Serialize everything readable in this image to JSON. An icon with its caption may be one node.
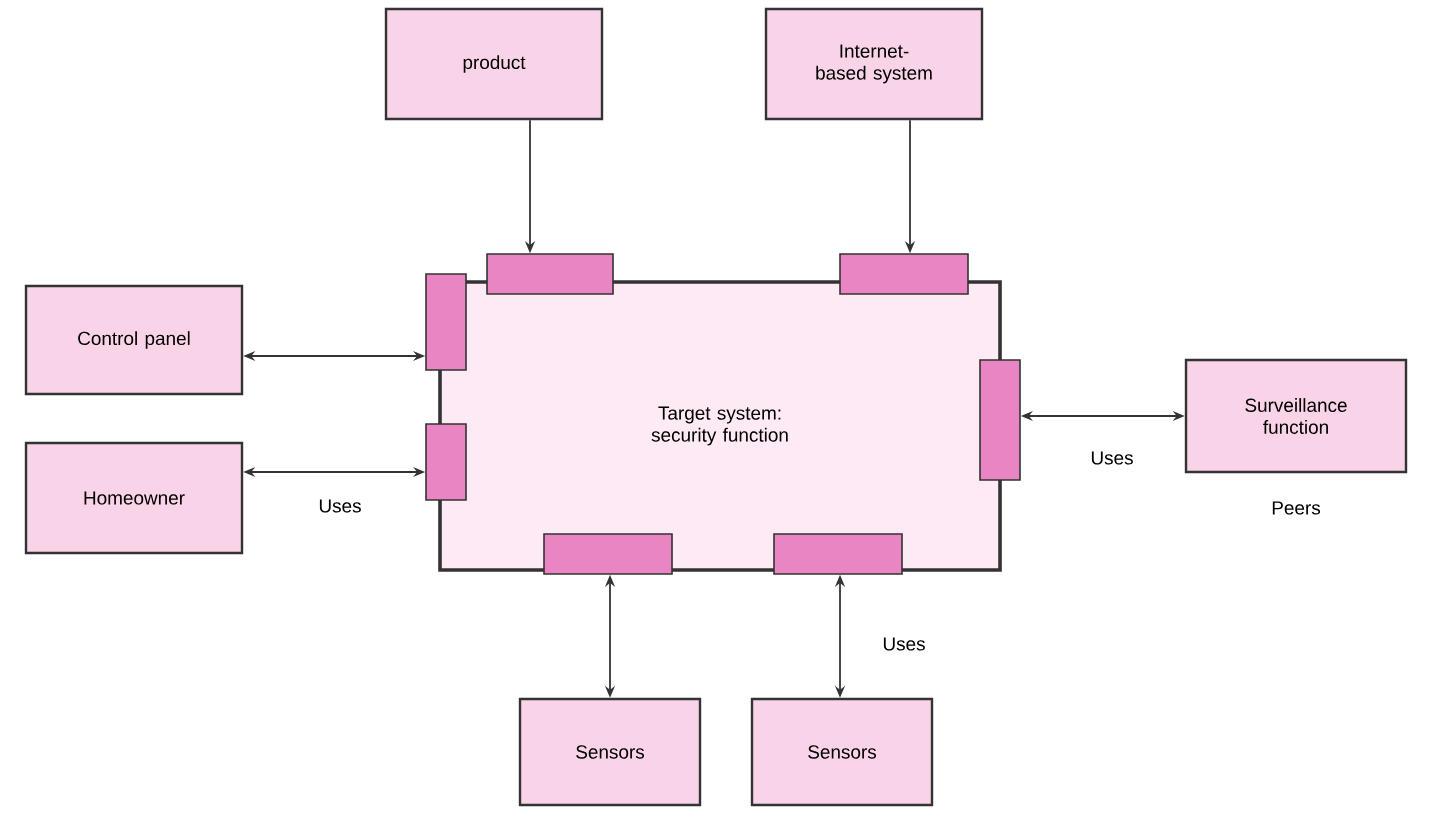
{
  "diagram": {
    "nodes": [
      {
        "text": [
          "product"
        ]
      },
      {
        "text": [
          "Internet-based system"
        ]
      },
      {
        "text": [],
        "shape": "box"
      },
      {
        "text": [],
        "shape": "box"
      },
      {
        "text": [
          "Control panel"
        ]
      },
      {
        "text": [],
        "shape": "box"
      },
      {
        "text": [
          "Target system: security function"
        ]
      },
      {
        "text": [],
        "shape": "box"
      },
      {
        "text": [
          "Surveillance function"
        ],
        "beside": [
          "Peers"
        ]
      },
      {
        "text": [
          "Homeowner"
        ]
      },
      {
        "text": [],
        "shape": "box"
      },
      {
        "text": [],
        "shape": "box"
      },
      {
        "text": [],
        "shape": "box"
      },
      {
        "text": [
          "Sensors"
        ]
      },
      {
        "text": [
          "Sensors"
        ]
      }
    ],
    "edges": [
      {
        "from": 0,
        "to": 2,
        "arrow": "to"
      },
      {
        "from": 1,
        "to": 3,
        "arrow": "to"
      },
      {
        "from": 4,
        "to": 5,
        "arrow": "both"
      },
      {
        "from": 9,
        "to": 10,
        "arrow": "both",
        "label": "Uses"
      },
      {
        "from": 7,
        "to": 8,
        "arrow": "both",
        "label": "Uses"
      },
      {
        "from": 11,
        "to": 13,
        "arrow": "both"
      },
      {
        "from": 12,
        "to": 14,
        "arrow": "both",
        "label": "Uses"
      }
    ]
  }
}
